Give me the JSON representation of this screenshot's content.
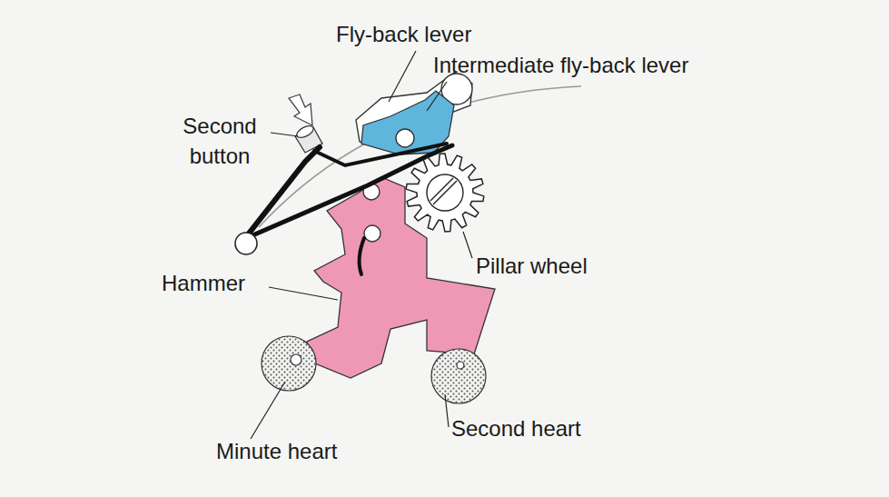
{
  "diagram": {
    "labels": [
      "Fly-back lever",
      "Intermediate fly-back lever",
      "Second button",
      "Hammer",
      "Pillar wheel",
      "Minute heart",
      "Second heart"
    ]
  }
}
